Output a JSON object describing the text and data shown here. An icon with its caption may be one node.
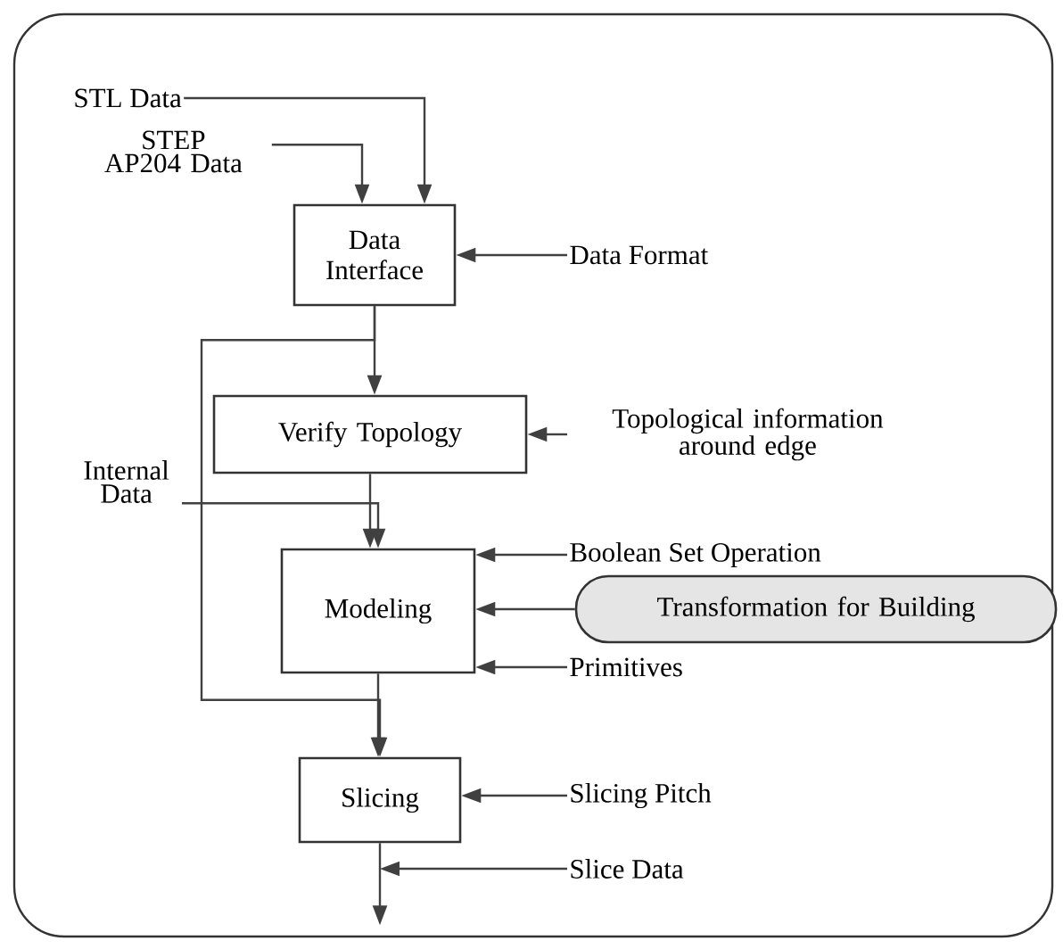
{
  "diagram": {
    "nodes": [
      {
        "text": [
          "STL Data"
        ]
      },
      {
        "text": [
          "STEP AP204 Data"
        ]
      },
      {
        "text": [
          "Data Interface"
        ]
      },
      {
        "text": [
          "Data Format"
        ]
      },
      {
        "text": [
          "Verify Topology"
        ]
      },
      {
        "text": [
          "Topological information around edge"
        ]
      },
      {
        "text": [
          "Internal Data"
        ]
      },
      {
        "text": [
          "Modeling"
        ]
      },
      {
        "text": [
          "Boolean Set Operation"
        ]
      },
      {
        "text": [
          "Transformation for Building"
        ]
      },
      {
        "text": [
          "Primitives"
        ]
      },
      {
        "text": [
          "Slicing"
        ]
      },
      {
        "text": [
          "Slicing Pitch"
        ]
      },
      {
        "text": [
          "Slice Data"
        ]
      }
    ],
    "edges": [
      {
        "from": 0,
        "to": 2,
        "arrow": "to"
      },
      {
        "from": 1,
        "to": 2,
        "arrow": "to"
      },
      {
        "from": 3,
        "to": 2,
        "arrow": "to"
      },
      {
        "from": 2,
        "to": 4,
        "arrow": "to"
      },
      {
        "from": 5,
        "to": 4,
        "arrow": "to"
      },
      {
        "from": 4,
        "to": 7,
        "arrow": "to"
      },
      {
        "from": 6,
        "to": 7,
        "arrow": "to"
      },
      {
        "from": 8,
        "to": 7,
        "arrow": "to"
      },
      {
        "from": 9,
        "to": 7,
        "arrow": "to"
      },
      {
        "from": 10,
        "to": 7,
        "arrow": "to"
      },
      {
        "from": 7,
        "to": 11,
        "arrow": "to"
      },
      {
        "from": 2,
        "to": 11,
        "arrow": "to"
      },
      {
        "from": 12,
        "to": 11,
        "arrow": "to"
      },
      {
        "from": 11,
        "to": null,
        "arrow": "to"
      },
      {
        "from": 13,
        "to": 11,
        "arrow": "to"
      }
    ]
  }
}
